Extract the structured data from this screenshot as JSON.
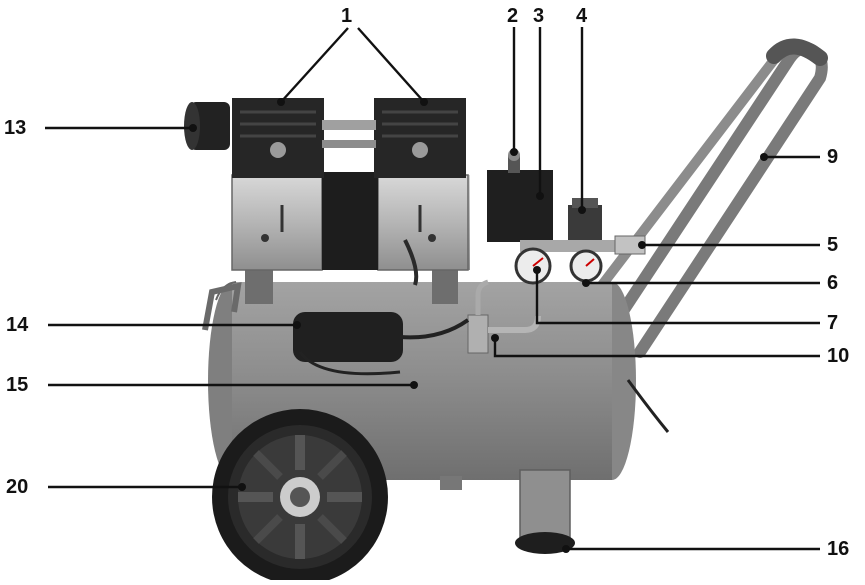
{
  "callouts": {
    "c1": "1",
    "c2": "2",
    "c3": "3",
    "c4": "4",
    "c5": "5",
    "c6": "6",
    "c7": "7",
    "c9": "9",
    "c10": "10",
    "c13": "13",
    "c14": "14",
    "c15": "15",
    "c16": "16",
    "c20": "20"
  },
  "colors": {
    "tank": "#8e8e8e",
    "metal": "#b9b9b9",
    "dark": "#2b2b2b",
    "handle": "#8a8a8a",
    "lines": "#111111"
  }
}
